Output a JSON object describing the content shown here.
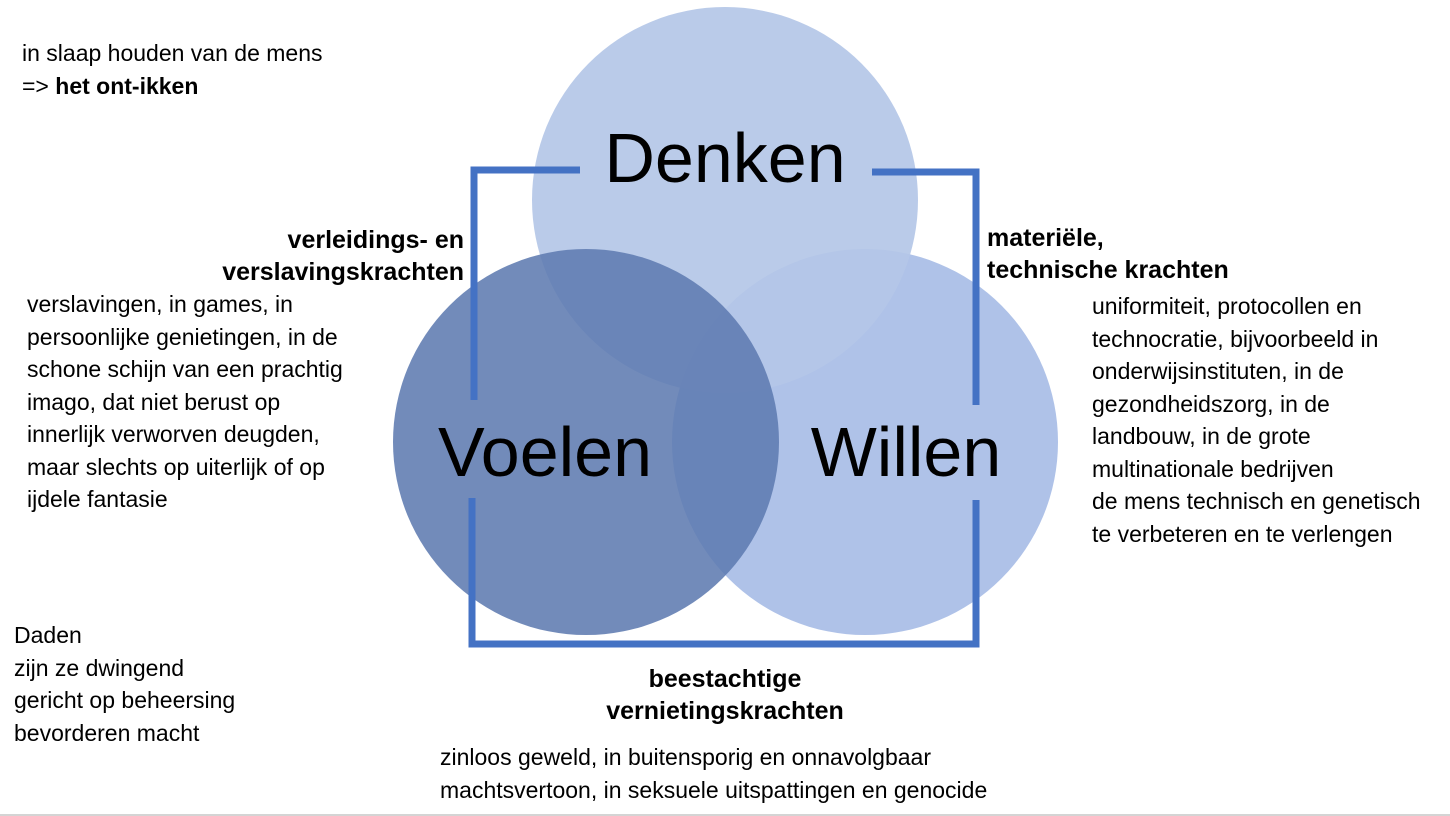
{
  "top_note": {
    "line1": "in slaap houden van de mens",
    "arrow": "=>",
    "emphasis": "het ont-ikken"
  },
  "circles": {
    "denken": "Denken",
    "voelen": "Voelen",
    "willen": "Willen"
  },
  "left_group": {
    "heading": [
      "verleidings- en",
      "verslavingskrachten"
    ],
    "lines": [
      "verslavingen, in games, in",
      "persoonlijke genietingen, in de",
      "schone schijn van een prachtig",
      "imago, dat niet berust op",
      "innerlijk verworven deugden,",
      "maar slechts op uiterlijk of op",
      "ijdele fantasie"
    ]
  },
  "right_group": {
    "heading": [
      "materiële,",
      "technische krachten"
    ],
    "lines": [
      "uniformiteit, protocollen en",
      "technocratie, bijvoorbeeld in",
      "onderwijsinstituten, in de",
      "gezondheidszorg, in de",
      "landbouw,  in de grote",
      "multinationale bedrijven",
      "de mens technisch en genetisch",
      "te verbeteren en te verlengen"
    ]
  },
  "bottom_group": {
    "heading": [
      "beestachtige",
      "vernietingskrachten"
    ],
    "lines": [
      "zinloos geweld, in buitensporig en onnavolgbaar",
      "machtsvertoon, in seksuele uitspattingen en genocide"
    ]
  },
  "daden_note": {
    "lines": [
      "Daden",
      "zijn ze dwingend",
      "gericht op beheersing",
      "bevorderen macht"
    ]
  },
  "colors": {
    "denken_fill": "#b4c7e7",
    "willen_fill": "#a8bde6",
    "voelen_fill": "#5e7bb1",
    "overlap_fill": "#4a6ca5",
    "frame_stroke": "#4472c4"
  }
}
